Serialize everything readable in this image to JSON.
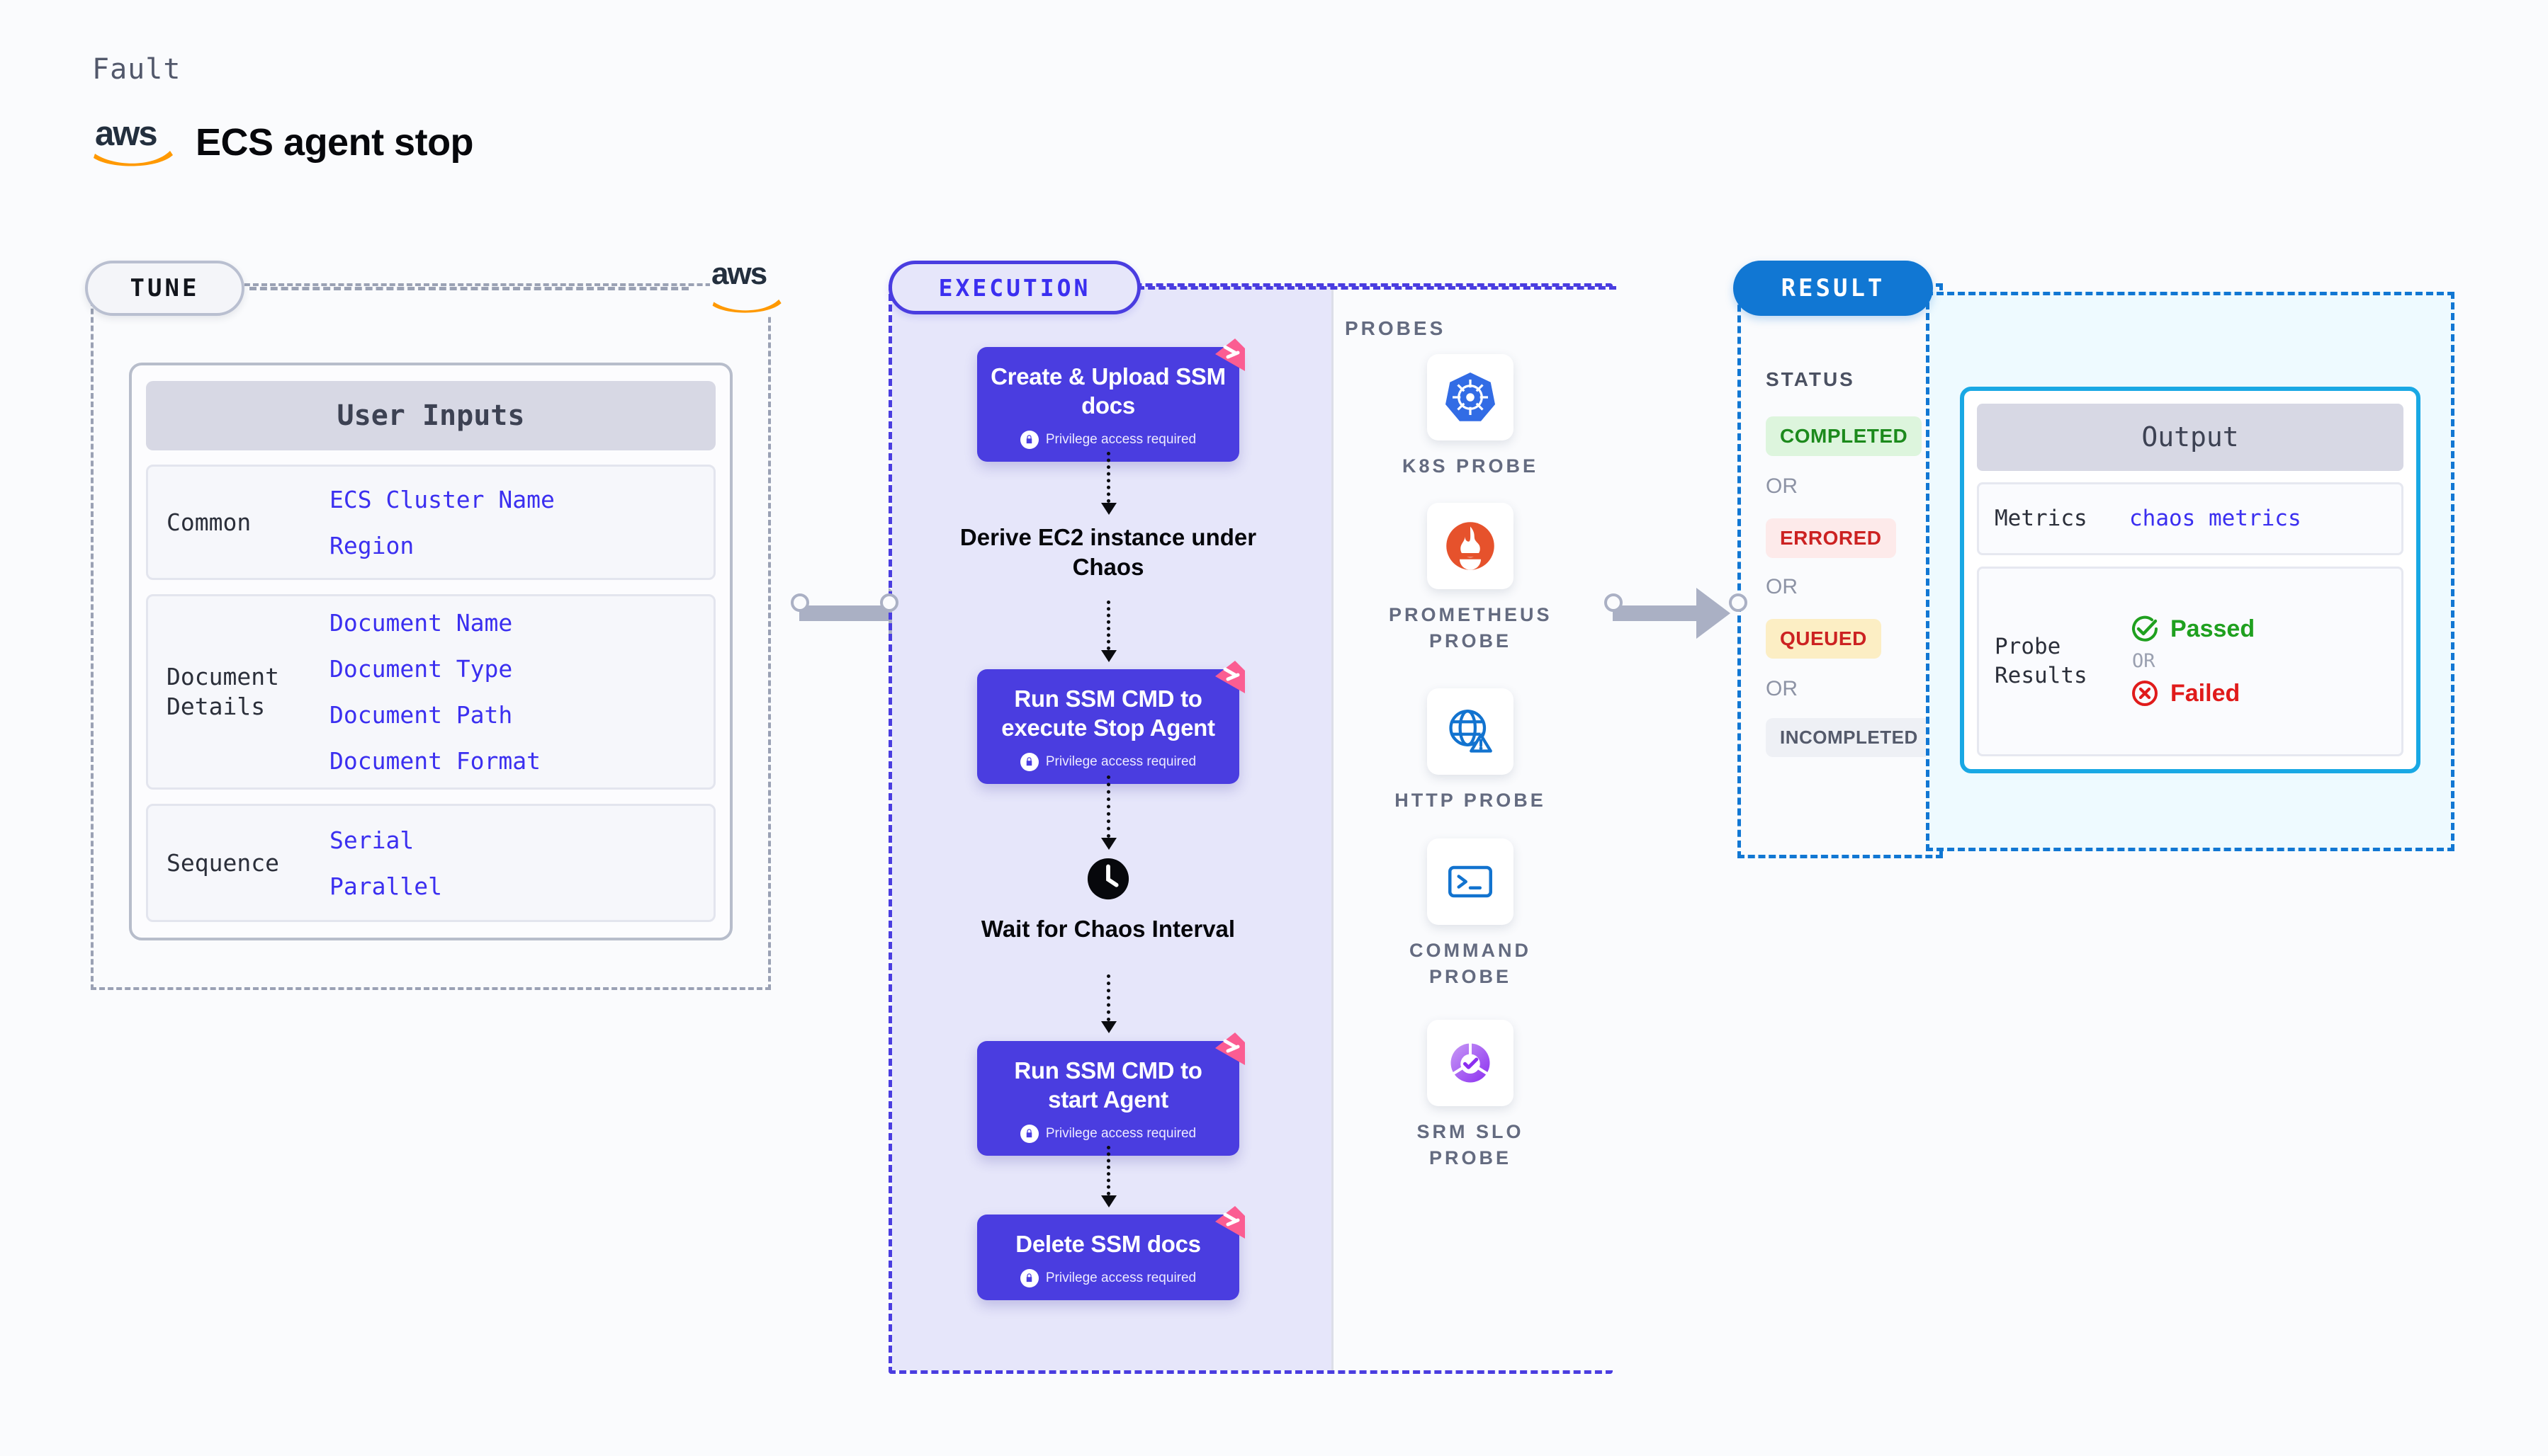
{
  "header": {
    "fault_label": "Fault",
    "title": "ECS agent stop",
    "aws_wordmark": "aws"
  },
  "tune": {
    "badge": "TUNE",
    "aws_wordmark": "aws",
    "card_title": "User Inputs",
    "groups": [
      {
        "label": "Common",
        "values": [
          "ECS Cluster Name",
          "Region"
        ]
      },
      {
        "label": "Document Details",
        "values": [
          "Document Name",
          "Document Type",
          "Document Path",
          "Document Format"
        ]
      },
      {
        "label": "Sequence",
        "values": [
          "Serial",
          "Parallel"
        ]
      }
    ]
  },
  "execution": {
    "badge": "EXECUTION",
    "privilege_text": "Privilege access required",
    "nodes": [
      {
        "type": "task",
        "title": "Create & Upload SSM docs",
        "privileged": true,
        "flag": true
      },
      {
        "type": "text",
        "title": "Derive EC2 instance under Chaos"
      },
      {
        "type": "task",
        "title": "Run SSM CMD to execute Stop Agent",
        "privileged": true,
        "flag": true
      },
      {
        "type": "wait",
        "title": "Wait for Chaos Interval",
        "icon": "clock-icon"
      },
      {
        "type": "task",
        "title": "Run SSM CMD to start Agent",
        "privileged": true,
        "flag": true
      },
      {
        "type": "task",
        "title": "Delete SSM docs",
        "privileged": true,
        "flag": true
      }
    ]
  },
  "probes": {
    "title": "PROBES",
    "items": [
      {
        "label": "K8S PROBE",
        "icon": "kubernetes-icon"
      },
      {
        "label": "PROMETHEUS PROBE",
        "icon": "prometheus-icon"
      },
      {
        "label": "HTTP PROBE",
        "icon": "http-globe-icon"
      },
      {
        "label": "COMMAND PROBE",
        "icon": "terminal-icon"
      },
      {
        "label": "SRM SLO PROBE",
        "icon": "srm-slo-icon"
      }
    ]
  },
  "result": {
    "badge": "RESULT",
    "status_title": "STATUS",
    "or_label": "OR",
    "statuses": [
      {
        "label": "COMPLETED",
        "bg": "#ddf5dd",
        "fg": "#1c8a1c"
      },
      {
        "label": "ERRORED",
        "bg": "#fdeaea",
        "fg": "#cc2222"
      },
      {
        "label": "QUEUED",
        "bg": "#fceec4",
        "fg": "#cc2222"
      },
      {
        "label": "INCOMPLETED",
        "bg": "#eef0f5",
        "fg": "#545a6b"
      }
    ]
  },
  "output": {
    "card_title": "Output",
    "metrics_label": "Metrics",
    "metrics_value": "chaos metrics",
    "probe_results_label": "Probe Results",
    "passed_label": "Passed",
    "failed_label": "Failed",
    "or_label": "OR"
  },
  "colors": {
    "execution_purple": "#4a3de0",
    "result_blue": "#1177d3",
    "output_cyan": "#19a8e4",
    "flag_pink": "#fb5d92",
    "aws_orange": "#ff9900",
    "link_indigo": "#3b2ff0"
  }
}
